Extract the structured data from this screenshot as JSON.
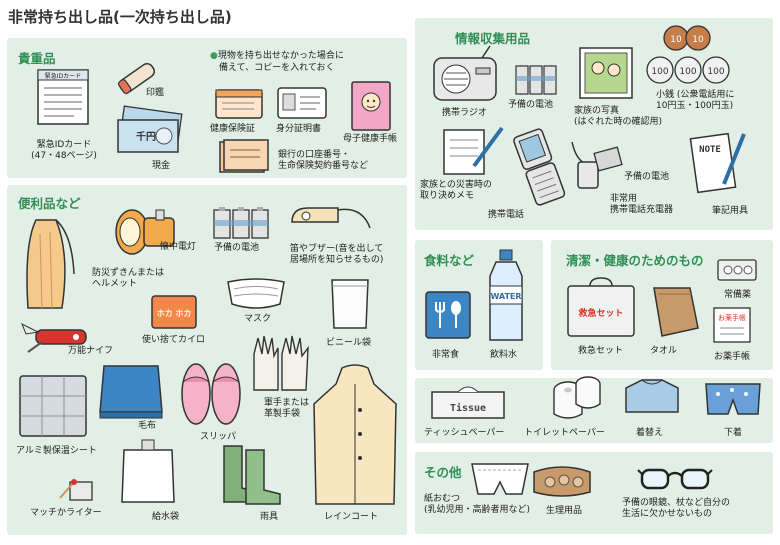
{
  "title": "非常持ち出し品(一次持ち出し品)",
  "sections": {
    "valuables": {
      "title": "貴重品",
      "note_line1": "現物を持ち出せなかった場合に",
      "note_line2": "備えて、コピーを入れておく",
      "items": {
        "emergency_id_line1": "緊急IDカード",
        "emergency_id_line2": "(47・48ページ)",
        "seal": "印鑑",
        "cash": "現金",
        "insurance_card": "健康保険証",
        "id_card": "身分証明書",
        "maternal_handbook": "母子健康手帳",
        "bank_numbers_line1": "銀行の口座番号・",
        "bank_numbers_line2": "生命保険契約番号など"
      }
    },
    "info": {
      "title": "情報収集用品",
      "items": {
        "radio": "携帯ラジオ",
        "batteries": "予備の電池",
        "family_photo_line1": "家族の写真",
        "family_photo_line2": "(はぐれた時の確認用)",
        "coins_line1": "小銭 (公衆電話用に",
        "coins_line2": "10円玉・100円玉)",
        "disaster_memo_line1": "家族との災害時の",
        "disaster_memo_line2": "取り決めメモ",
        "mobile_phone": "携帯電話",
        "spare_battery": "予備の電池",
        "charger_line1": "非常用",
        "charger_line2": "携帯電話充電器",
        "stationery": "筆記用具"
      }
    },
    "convenience": {
      "title": "便利品など",
      "items": {
        "flashlight": "懐中電灯",
        "batteries": "予備の電池",
        "whistle_line1": "笛やブザー(音を出して",
        "whistle_line2": "居場所を知らせるもの)",
        "hood_line1": "防災ずきんまたは",
        "hood_line2": "ヘルメット",
        "mask": "マスク",
        "knife": "万能ナイフ",
        "hand_warmer": "使い捨てカイロ",
        "plastic_bag": "ビニール袋",
        "gloves_line1": "軍手または",
        "gloves_line2": "革製手袋",
        "blanket": "毛布",
        "slippers": "スリッパ",
        "thermal_sheet": "アルミ製保温シート",
        "matches": "マッチかライター",
        "water_bag": "給水袋",
        "rain_gear": "雨具",
        "raincoat": "レインコート"
      },
      "warmer_text": "ホカ ホカ"
    },
    "food": {
      "title": "食料など",
      "items": {
        "emergency_food": "非常食",
        "water": "飲料水"
      },
      "water_label": "WATER"
    },
    "hygiene": {
      "title": "清潔・健康のためのもの",
      "items": {
        "first_aid": "救急セット",
        "towel": "タオル",
        "medicine": "常備薬",
        "medicine_notebook": "お薬手帳",
        "tissue": "ティッシュペーパー",
        "toilet_paper": "トイレットペーパー",
        "clothes": "着替え",
        "underwear": "下着"
      },
      "first_aid_text": "救急セット",
      "tissue_text": "Tissue",
      "notebook_text": "お薬手帳"
    },
    "other": {
      "title": "その他",
      "items": {
        "diapers_line1": "紙おむつ",
        "diapers_line2": "(乳幼児用・高齢者用など)",
        "sanitary": "生理用品",
        "glasses_line1": "予備の眼鏡、杖など自分の",
        "glasses_line2": "生活に欠かせないもの"
      }
    }
  },
  "card_texts": {
    "id_card_header": "緊急IDカード",
    "banknote": "千円",
    "note_header": "NOTE",
    "coin_10": "10",
    "coin_100": "100"
  },
  "colors": {
    "panel_bg": "#e2efe6",
    "title_green": "#2f8f55",
    "note_dot": "#3aa05a"
  }
}
